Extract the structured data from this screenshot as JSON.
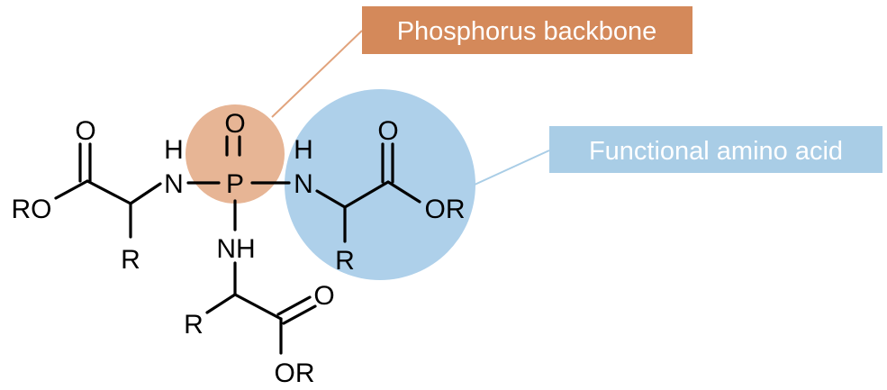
{
  "callouts": {
    "backbone": {
      "text": "Phosphorus backbone",
      "color": "#D4895A",
      "highlight": "#E7B595"
    },
    "amino_acid": {
      "text": "Functional amino acid",
      "color": "#A9CDE6",
      "highlight": "#AED0EA"
    }
  },
  "molecule": {
    "atoms": {
      "p": "P",
      "p_oxygen": "O",
      "nh_left_h": "H",
      "nh_left_n": "N",
      "nh_right_h": "H",
      "nh_right_n": "N",
      "nh_bottom": "NH",
      "left_carbonyl_o": "O",
      "left_ester": "RO",
      "left_r": "R",
      "right_carbonyl_o": "O",
      "right_ester": "OR",
      "right_r": "R",
      "bottom_r": "R",
      "bottom_carbonyl_o": "O",
      "bottom_ester": "OR"
    }
  }
}
